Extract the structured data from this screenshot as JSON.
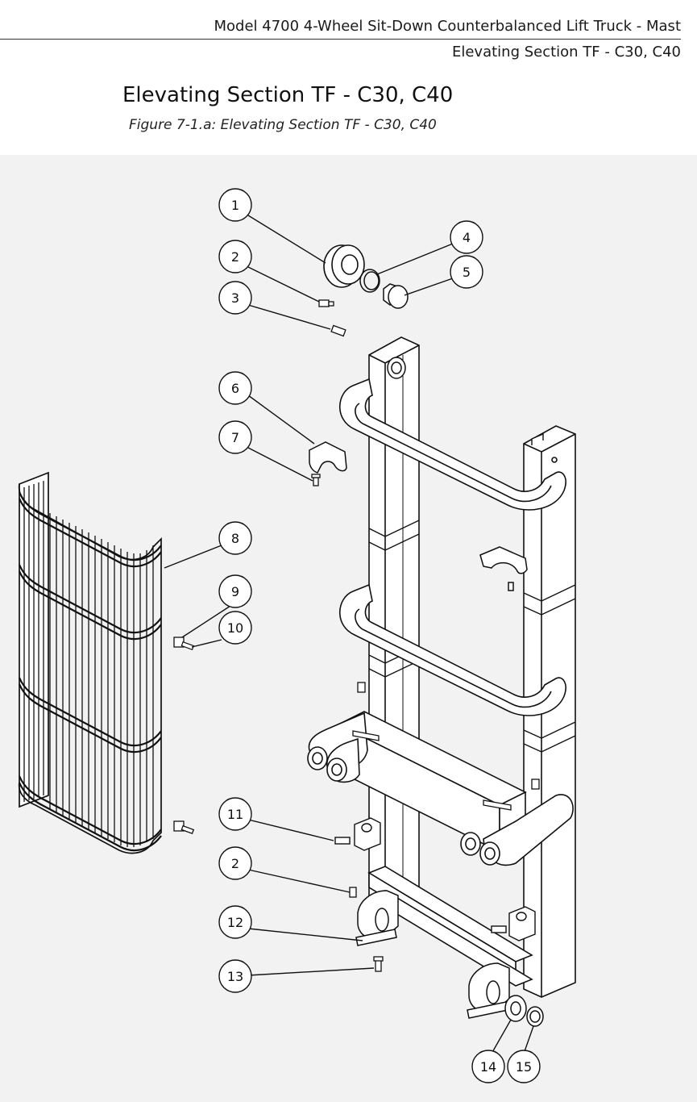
{
  "header": {
    "line1": "Model 4700 4-Wheel Sit-Down Counterbalanced Lift Truck - Mast",
    "line2": "Elevating Section TF - C30, C40"
  },
  "page_title": "Elevating Section TF - C30, C40",
  "figure_caption": "Figure 7-1.a: Elevating Section TF - C30, C40",
  "callouts": [
    "1",
    "2",
    "3",
    "4",
    "5",
    "6",
    "7",
    "8",
    "9",
    "10",
    "11",
    "2",
    "12",
    "13",
    "14",
    "15"
  ],
  "colors": {
    "panel": "#f2f2f2",
    "line": "#111111",
    "part_fill": "#ffffff"
  }
}
